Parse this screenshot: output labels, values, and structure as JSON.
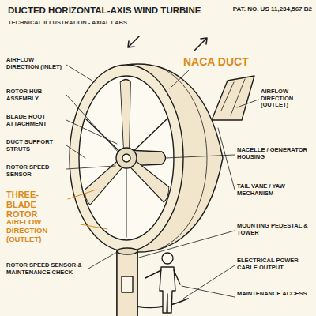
{
  "diagram": {
    "title": "DUCTED HORIZONTAL-AXIS WIND TURBINE",
    "labels": [
      "PAT. NO. US 11,234,567 B2",
      "TECHNICAL ILLUSTRATION - AXIAL LABS",
      "AIRFLOW DIRECTION (INLET)",
      "ROTOR HUB ASSEMBLY",
      "BLADE ROOT ATTACHMENT",
      "DUCT SUPPORT STRUTS",
      "ROTOR SPEED SENSOR",
      "THREE-BLADE ROTOR",
      "AIRFLOW DIRECTION (OUTLET)",
      "ROTOR SPEED SENSOR & MAINTENANCE CHECK",
      "NACA DUCT",
      "AIRFLOW DIRECTION (OUTLET)",
      "NACELLE / GENERATOR HOUSING",
      "TAIL VANE / YAW MECHANISM",
      "MOUNTING PEDESTAL & TOWER",
      "ELECTRICAL POWER CABLE OUTPUT",
      "MAINTENANCE ACCESS"
    ]
  }
}
